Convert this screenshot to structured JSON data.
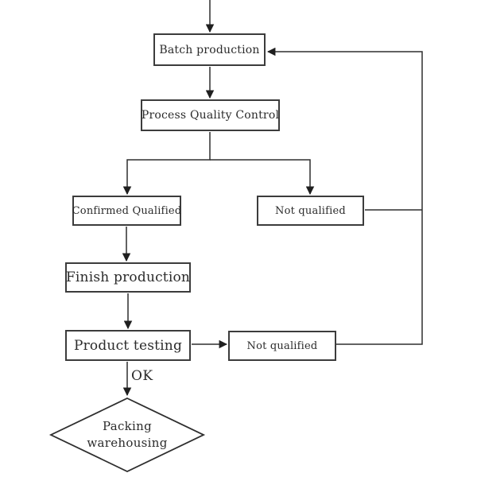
{
  "diagram": {
    "type": "flowchart",
    "colors": {
      "background": "#ffffff",
      "line": "#2e2e2e",
      "node_border": "#3c3c3c",
      "node_fill": "#ffffff",
      "text": "#2b2b2b"
    },
    "nodes": [
      {
        "id": "batch-production",
        "shape": "rect",
        "label": "Batch production"
      },
      {
        "id": "process-quality-control",
        "shape": "rect",
        "label": "Process Quality Control"
      },
      {
        "id": "confirmed-qualified",
        "shape": "rect",
        "label": "Confirmed Qualified"
      },
      {
        "id": "not-qualified-top",
        "shape": "rect",
        "label": "Not qualified"
      },
      {
        "id": "finish-production",
        "shape": "rect",
        "label": "Finish production"
      },
      {
        "id": "product-testing",
        "shape": "rect",
        "label": "Product testing"
      },
      {
        "id": "not-qualified-bottom",
        "shape": "rect",
        "label": "Not qualified"
      },
      {
        "id": "packing-warehousing",
        "shape": "diamond",
        "label": "Packing warehousing",
        "label_lines": [
          "Packing",
          "warehousing"
        ]
      }
    ],
    "edges": [
      {
        "from": "start",
        "to": "batch-production",
        "label": ""
      },
      {
        "from": "batch-production",
        "to": "process-quality-control",
        "label": ""
      },
      {
        "from": "process-quality-control",
        "to": "confirmed-qualified",
        "label": ""
      },
      {
        "from": "process-quality-control",
        "to": "not-qualified-top",
        "label": ""
      },
      {
        "from": "confirmed-qualified",
        "to": "finish-production",
        "label": ""
      },
      {
        "from": "finish-production",
        "to": "product-testing",
        "label": ""
      },
      {
        "from": "product-testing",
        "to": "not-qualified-bottom",
        "label": ""
      },
      {
        "from": "product-testing",
        "to": "packing-warehousing",
        "label": "OK"
      },
      {
        "from": "not-qualified-top",
        "to": "batch-production",
        "label": ""
      },
      {
        "from": "not-qualified-bottom",
        "to": "batch-production",
        "label": ""
      }
    ]
  }
}
